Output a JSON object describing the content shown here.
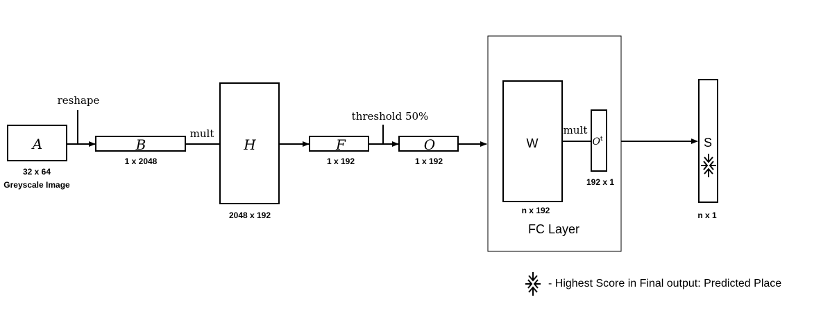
{
  "diagram": {
    "labels": {
      "A": "A",
      "A_dim": "32 x 64",
      "A_caption": "Greyscale Image",
      "reshape": "reshape",
      "B": "B",
      "B_dim": "1 x 2048",
      "mult1": "mult",
      "H": "H",
      "H_dim": "2048 x 192",
      "threshold": "threshold 50%",
      "F": "F",
      "F_dim": "1 x 192",
      "O": "O",
      "O_dim": "1 x 192",
      "W": "W",
      "W_dim": "n x 192",
      "mult2": "mult",
      "Ot_base": "O",
      "Ot_sup": "t",
      "Ot_dim": "192 x 1",
      "fc_layer": "FC  Layer",
      "S": "S",
      "S_dim": "n x 1",
      "legend": "- Highest Score in Final output: Predicted Place"
    },
    "icons": {
      "highest_score": "inward-arrows-icon"
    }
  }
}
